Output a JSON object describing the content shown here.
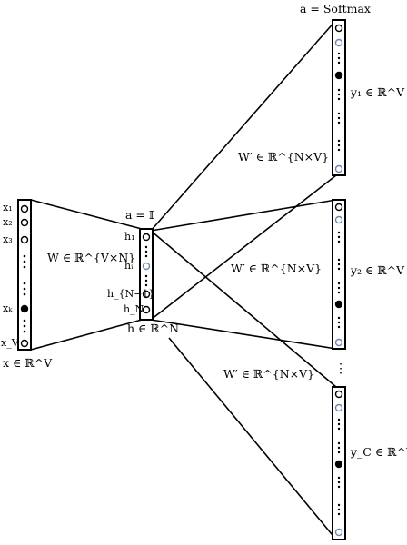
{
  "input_layer": {
    "labels": {
      "x1": "x₁",
      "x2": "x₂",
      "x3": "x₃",
      "xk": "xₖ",
      "xV": "x_V"
    },
    "vector_label": "x ∈ ℝ^V"
  },
  "input_weight_label": "W ∈ ℝ^{V×N}",
  "hidden_layer": {
    "activation_label": "a = 𝕀",
    "labels": {
      "h1": "h₁",
      "hi": "hᵢ",
      "hN1": "h_{N−1}",
      "hN": "h_N"
    },
    "vector_label": "h ∈ ℝ^N"
  },
  "output_layers": {
    "activation_label": "a = Softmax",
    "weight_label": "W′ ∈ ℝ^{N×V}",
    "panel_labels": {
      "y1": "y₁ ∈ ℝ^V",
      "y2": "y₂ ∈ ℝ^V",
      "yC": "y_C ∈ ℝ^V"
    },
    "ellipsis": "⋮"
  },
  "colors": {
    "stroke": "#000000",
    "empty_node": "#ffffff",
    "filled_node": "#000000",
    "blue_node": "#6f86b0",
    "background": "#ffffff"
  }
}
